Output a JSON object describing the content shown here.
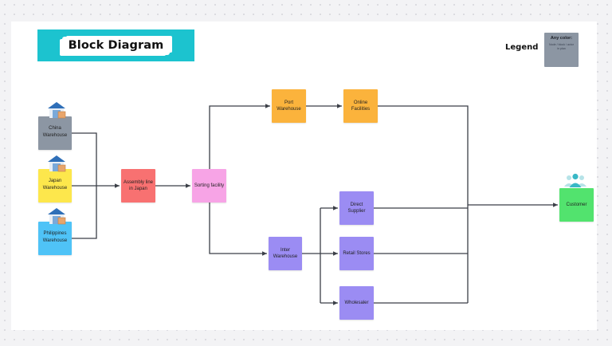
{
  "title": "Block Diagram",
  "legend": {
    "label": "Legend",
    "card_title": "Any color:",
    "card_text": "Node / block / actor in plan"
  },
  "nodes": {
    "china_warehouse": "China Warehouse",
    "japan_warehouse": "Japan Warehouse",
    "philippines_warehouse": "Philippines Warehouse",
    "assembly_line": "Assembly line in Japan",
    "sorting_facility": "Sorting facility",
    "port_warehouse": "Port Warehouse",
    "online_facilities": "Online Facilities",
    "inter_warehouse": "Inter Warehouse",
    "direct_supplier": "Direct Supplier",
    "retail_stores": "Retail Stores",
    "wholesaler": "Wholesaler",
    "customer": "Customer"
  },
  "colors": {
    "title_banner": "#1cc3cf",
    "warehouse_gray": "#8c96a3",
    "warehouse_yellow": "#fde74c",
    "warehouse_blue": "#4fc3f7",
    "assembly_red": "#f87171",
    "sorting_pink": "#f7a4e6",
    "port_orange": "#fbb33c",
    "purple": "#9b8cf3",
    "customer_green": "#52e36e",
    "connector": "#3b3f47"
  },
  "icons": {
    "warehouse": "warehouse-icon",
    "customer": "people-icon"
  }
}
